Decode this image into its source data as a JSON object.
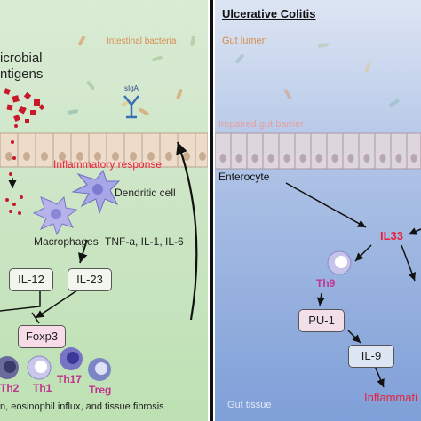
{
  "left": {
    "antigens_line1": "icrobial",
    "antigens_line2": "ntigens",
    "bacteria_label": "Intestinal bacteria",
    "siga_label": "sIgA",
    "inflammatory_label": "Inflammatory response",
    "dendritic_label": "Dendritic cell",
    "macrophage_label": "Macrophages",
    "cytokines_label": "TNF-a, IL-1, IL-6",
    "il12_label": "IL-12",
    "il23_label": "IL-23",
    "foxp3_label": "Foxp3",
    "cells": [
      "Th2",
      "Th1",
      "Th17",
      "Treg"
    ],
    "bottom_text": "n, eosinophil influx, and tissue fibrosis"
  },
  "right": {
    "title": "Ulcerative Colitis",
    "gut_lumen": "Gut lumen",
    "impaired_barrier": "Impaired gut barrier",
    "enterocyte": "Enterocyte",
    "il33": "IL33",
    "th9": "Th9",
    "pu1": "PU-1",
    "il9": "IL-9",
    "inflammation": "Inflammati",
    "gut_tissue": "Gut tissue"
  },
  "colors": {
    "red_label": "#e8203a",
    "magenta_label": "#c2338f",
    "bacteria_orange": "#d98b4d"
  }
}
